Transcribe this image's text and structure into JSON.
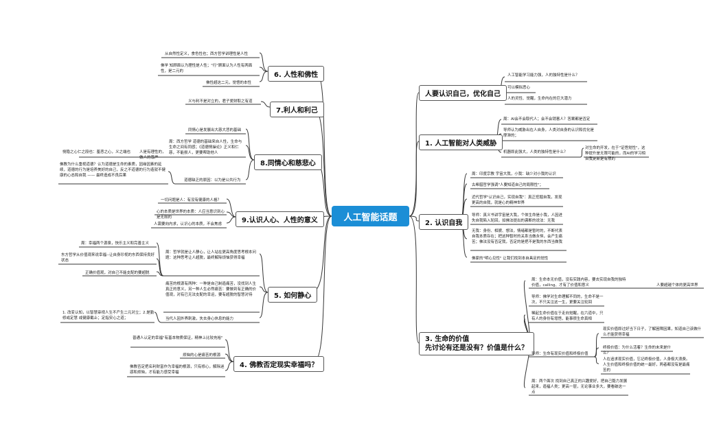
{
  "central": "人工智能话题",
  "right": [
    {
      "title": "人要认识自己，优化自己",
      "items": [
        "人工智能学习能力强，人的独特性是什么？",
        "可以模拟恶心",
        "人的灵性、觉醒，生命内在的巨大潜力"
      ]
    },
    {
      "title": "1. 人工智能对人类威胁",
      "items": [
        "周：AI会不会取代人；会不会销害人？答案都是否定",
        "导师认为威胁出在人自身，人类对自身的认识和优化是摩滞的；",
        "机器即此强大，人类的独特性是什么？",
        "对生命的开发，在于\"证悟觉性\"，这种提升是无限可能的，而AI的学习相自我更新是有限的"
      ]
    },
    {
      "title": "2. 认识自我",
      "items": [
        "周：印度宗教 宇宙大我，小我：缺少对小我的认识",
        "古希腊哲学强调\"人要知道自己的局限性\"；",
        "近代哲学\"认识自己，实现自我\"：真正挖掘自我，发现更高的自我，就是心的精神世界",
        "导师：真义书讲宇宙是大我，个体生命是小我，人因进失自我陷入轮回，如佛法提出的袭断的说法：无我",
        "无我：身份、相貌、想法，情绪都是暂时的，不断代表自我本质存在；把这种暂时的关系当做永恒，会产生痛苦；佛法没有否定我，否定的是把不是我的东西当做我",
        "佛家的\"明心见性\" 让我们找到本自具足的觉性"
      ]
    },
    {
      "title": "3. 生命的价值\n先讨论有还是没有？价值是什么？",
      "items": [
        "周：生命本无价值，没有实践内容，要去实现自我的独特价值，calling、才有了价值和意义",
        "人要超越个体的更高世界",
        "导师：佛学对生命理解不同的，生命不是一次，不只关注这一生，更要关注轮回",
        "稀起生命价值在于走向觉醒，在六道中，只有人的身份有增悟，能事很生命真相",
        "导师：生命有现实价值和终极价值",
        "现实价值即过好当下日子，了解困障因果，知道自己该做什么才能获得幸福",
        "终极价值：为什么活着？生命的未来是什么？",
        "人在追求现实价值，忘记终极价值，人身极大浪费。人生价值和终极价值的统一最好，两者都没有是最痛苦的",
        "周：两个面次 找到自己真正的兴趣爱好，把自己毅力发展起来，造福人类；更高一层，无论事业多大，要看破这一点"
      ]
    }
  ],
  "left": [
    {
      "title": "6. 人性和佛性",
      "items": [
        "从自然性定义，食色性也；西方哲学讲理性是人性",
        "佛学 知顾面认为理性是人性；\"行\"顾面认为人性有两面性，是二元的",
        "佛性超这二元，觉悟的本性"
      ]
    },
    {
      "title": "7.利人和利己",
      "items": [
        "义与利不是对立的，君子爱财取之有道"
      ]
    },
    {
      "title": "8.同情心和慈悲心",
      "items": [
        "同情心是发展出大慈大悲的基础",
        "周：西方哲学 道德的基础来自人性，生命与生命之间有同感；《道德情操论》正义和仁慈，不能损人，更要帮助他人",
        "恻隐之心仁之段也：羞恶之心，义之端也",
        "人是有理性的，做人的尊严",
        "佛教为什么重视道德？认为道德是生命的素质，因缘因素的延续，道德的行为是培养美好的自己，反之不道德的行为造就不健康的心态和自我 —— 最终造成不良后果",
        "道德缺乏的原因：以为是公共行为"
      ]
    },
    {
      "title": "9.认识人心、人性的意义",
      "items": [
        "一切问题是人：有没有健康的人格？",
        "心的本质是世界的本质：人应当意识到心是无限的",
        "人需要向内求，认识心的本质，不会焦虑"
      ]
    },
    {
      "title": "5. 如何静心",
      "items": [
        "周：幸福两个源泉，快乐主义和完善主义",
        "东方哲学从价值观来说幸福--让自身珍视的东西保持良好状态",
        "正确价值观，对自己不能支配的要超脱",
        "周：哲学就是让人静心，让人站在更高角度思考根本问题：这种思考让人超脱，最终解除烦恼获得幸福",
        "痛苦的根源有两种：一种是自己制造痛苦，没找到人生真正的意义，另一种人生必然痛苦：要做到有正确的价值观，对有已无法支配的幸运，要有超脱的智慧对待",
        "1. 改变认知，以智慧审视人生不产生二元对立；2.是勤修戒定慧 戒健康截止；定指安心之道；",
        "当代人因外界刺激，失去身心休息的能力"
      ]
    },
    {
      "title": "4. 佛教否定现实幸福吗？",
      "items": [
        "普通人认定的幸福\"有基本物质保证，精神上比较充裕\"",
        "烦恼的心是痛苦的根源",
        "佛教否定把名利财富作为幸福的根源，只有修心，解除迷惑和烦恼，才有能力感受幸福"
      ]
    }
  ]
}
